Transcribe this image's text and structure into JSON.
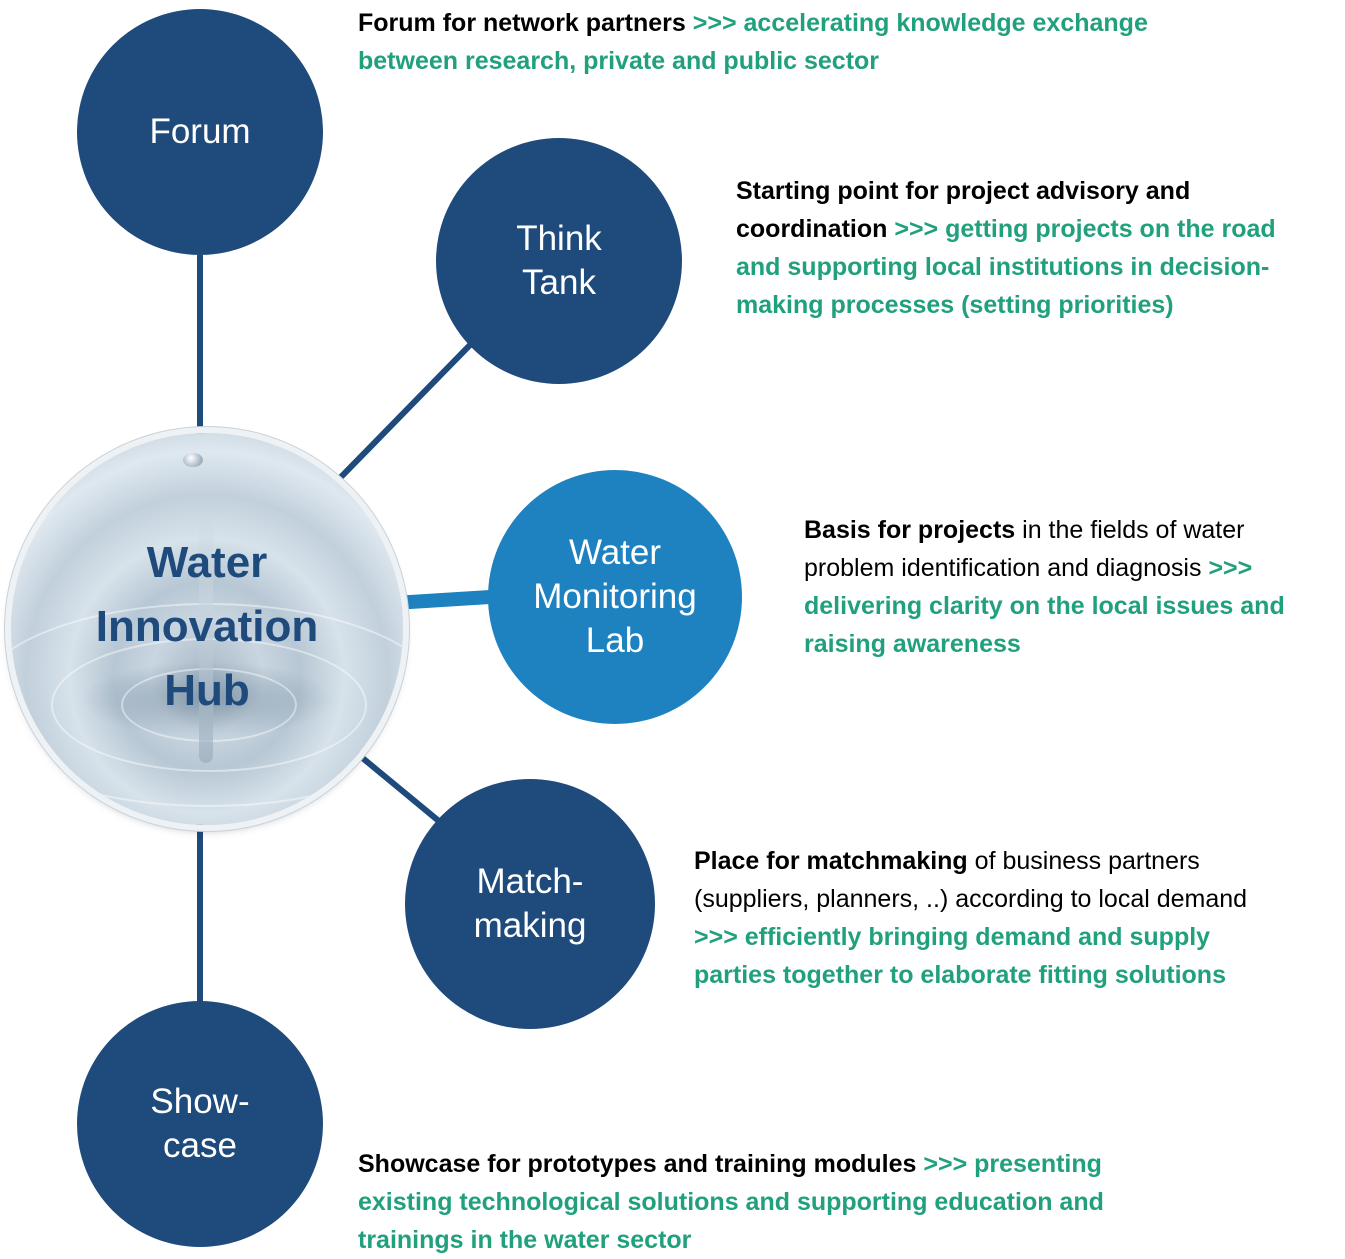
{
  "hub": {
    "title_lines": [
      "Water",
      "Innovation",
      "Hub"
    ]
  },
  "nodes": {
    "forum": {
      "lines": [
        "Forum"
      ]
    },
    "think_tank": {
      "lines": [
        "Think",
        "Tank"
      ]
    },
    "monitoring_lab": {
      "lines": [
        "Water",
        "Monitoring",
        "Lab"
      ]
    },
    "matchmaking": {
      "lines": [
        "Match-",
        "making"
      ]
    },
    "showcase": {
      "lines": [
        "Show-",
        "case"
      ]
    }
  },
  "descriptions": {
    "forum": {
      "bold": "Forum for network partners",
      "plain": "",
      "highlight": ">>> accelerating knowledge exchange between research, private and public sector"
    },
    "think_tank": {
      "bold": "Starting point for project advisory and coordination",
      "plain": "",
      "highlight": ">>> getting projects on the road and supporting local institutions in decision-making processes (setting priorities)"
    },
    "monitoring_lab": {
      "bold": "Basis for projects",
      "plain": "in the fields of water problem identification and diagnosis",
      "highlight": ">>> delivering clarity on the local issues and raising awareness"
    },
    "matchmaking": {
      "bold": "Place for matchmaking",
      "plain": "of business partners (suppliers, planners, ..) according to local demand",
      "highlight": ">>> efficiently bringing demand and supply parties together to elaborate fitting solutions"
    },
    "showcase": {
      "bold": "Showcase for prototypes and training modules",
      "plain": "",
      "highlight": ">>> presenting existing technological solutions and supporting education and trainings in the water sector"
    }
  },
  "colors": {
    "node_dark": "#1f4a7c",
    "node_light": "#1f82c0",
    "highlight_text": "#21a07d",
    "connector": "#1f4a7c",
    "connector_light": "#1f82c0"
  }
}
